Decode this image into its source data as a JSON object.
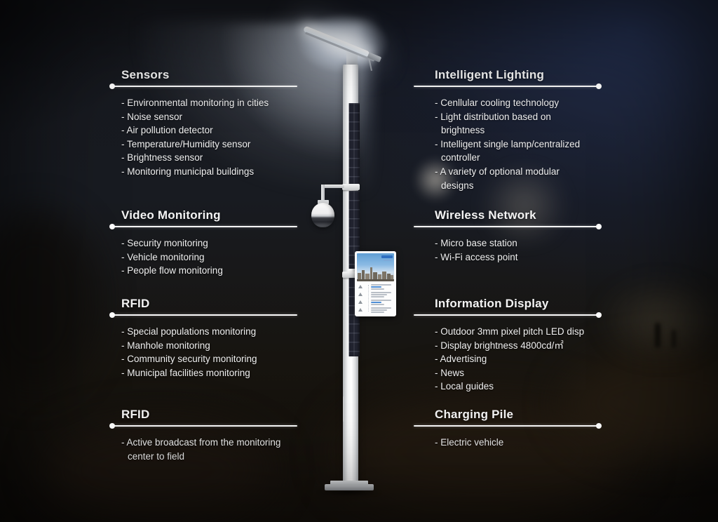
{
  "diagram": {
    "left_sections": [
      {
        "title": "Sensors",
        "items": [
          "Environmental monitoring in cities",
          "Noise sensor",
          "Air pollution detector",
          "Temperature/Humidity sensor",
          "Brightness sensor",
          "Monitoring municipal buildings"
        ]
      },
      {
        "title": "Video Monitoring",
        "items": [
          "Security  monitoring",
          "Vehicle monitoring",
          "People flow monitoring"
        ]
      },
      {
        "title": "RFID",
        "items": [
          "Special populations monitoring",
          "Manhole monitoring",
          "Community security monitoring",
          "Municipal facilities monitoring"
        ]
      },
      {
        "title": "RFID",
        "items": [
          "Active broadcast from the monitoring center to field"
        ]
      }
    ],
    "right_sections": [
      {
        "title": "Intelligent Lighting",
        "items": [
          "Cenllular cooling technology",
          "Light distribution based on brightness",
          "Intelligent single lamp/centralized controller",
          "A variety of optional modular designs"
        ]
      },
      {
        "title": "Wireless Network",
        "items": [
          "Micro base station",
          "Wi-Fi access point"
        ]
      },
      {
        "title": "Information Display",
        "items": [
          "Outdoor 3mm pixel pitch LED disp",
          "Display brightness 4800cd/㎡",
          "Advertising",
          "News",
          "Local guides"
        ]
      },
      {
        "title": "Charging Pile",
        "items": [
          "Electric vehicle"
        ]
      }
    ]
  },
  "pole": {
    "display_board_rows": 4
  },
  "colors": {
    "text": "#efefef",
    "underline": "#ffffff",
    "solar_panel": "#21232f",
    "sky_glow": "#1d2844",
    "board_accent": "#4f8fd6"
  }
}
